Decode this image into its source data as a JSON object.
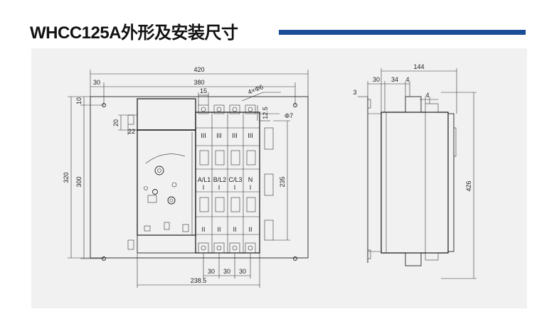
{
  "header": {
    "title": "WHCC125A外形及安装尺寸",
    "accent_color": "#1b4e97"
  },
  "front_view": {
    "dim_overall_width": "420",
    "dim_mount_width": "380",
    "dim_offset_left": "30",
    "dim_terminal_width": "15",
    "dim_hole_label": "4×Φ6",
    "dim_height_overall": "320",
    "dim_height_mount": "300",
    "dim_top_offset": "10",
    "dim_20": "20",
    "dim_22": "22",
    "dim_terminal_hole": "Φ7",
    "dim_terminal_height": "12.5",
    "dim_235": "235",
    "dim_pitch_1": "30",
    "dim_pitch_2": "30",
    "dim_pitch_3": "30",
    "dim_bottom_width": "238.5",
    "pole_labels": [
      "A/L1",
      "B/L2",
      "C/L3",
      "N"
    ],
    "pole_mark_top": "III",
    "pole_mark_mid": "I",
    "pole_mark_bottom": "II"
  },
  "side_view": {
    "dim_depth": "144",
    "dim_30": "30",
    "dim_34": "34",
    "dim_4a": "4",
    "dim_4b": "4",
    "dim_3": "3",
    "dim_height": "426"
  }
}
